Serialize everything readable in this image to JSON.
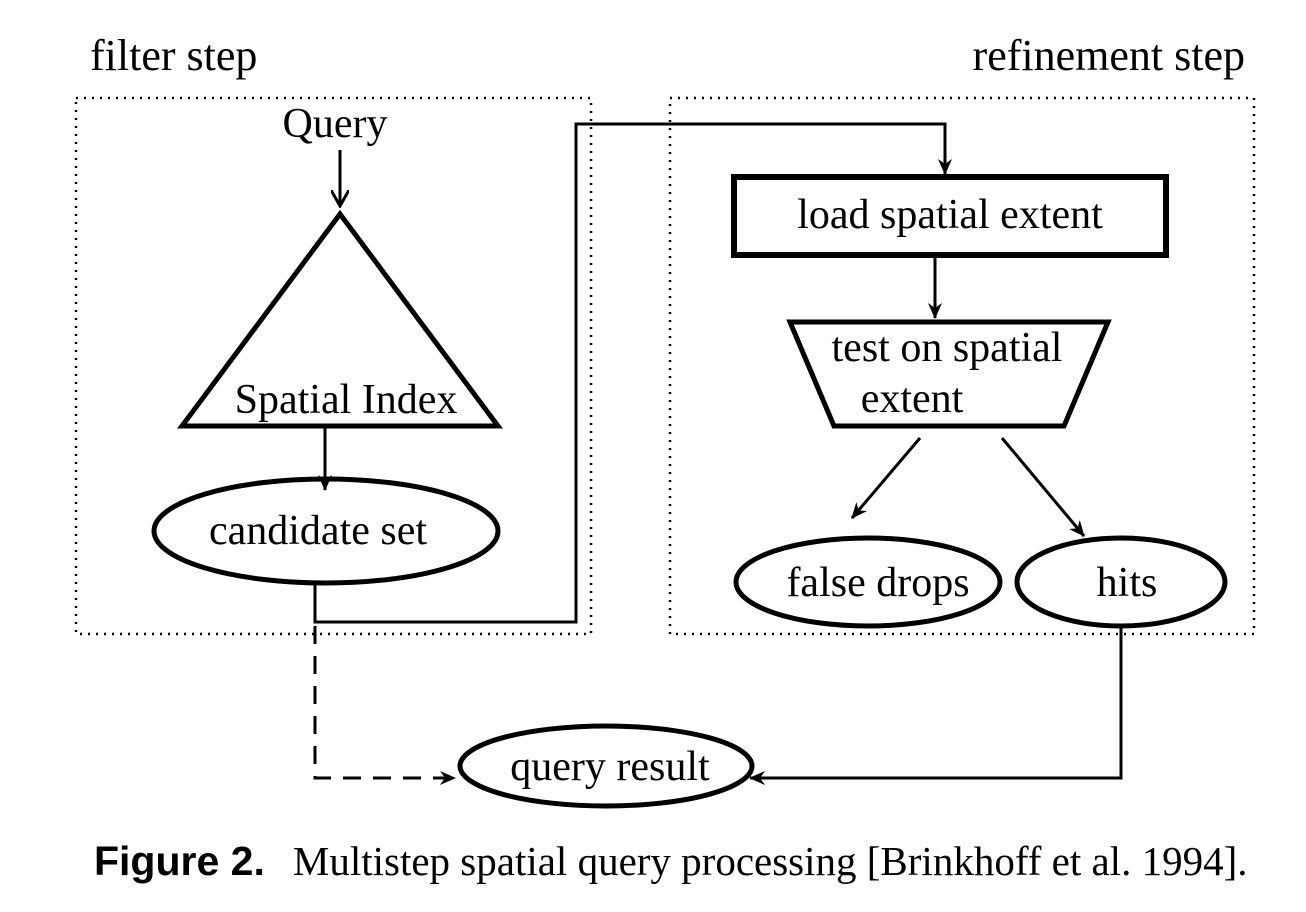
{
  "sections": {
    "filter": "filter step",
    "refinement": "refinement step"
  },
  "nodes": {
    "query": "Query",
    "spatial_index": "Spatial Index",
    "candidate_set": "candidate set",
    "load_extent": "load spatial extent",
    "test_line1": "test on spatial",
    "test_line2": "extent",
    "false_drops": "false drops",
    "hits": "hits",
    "query_result": "query result"
  },
  "caption": {
    "label": "Figure 2.",
    "text": "Multistep spatial query processing [Brinkhoff et al. 1994]."
  }
}
